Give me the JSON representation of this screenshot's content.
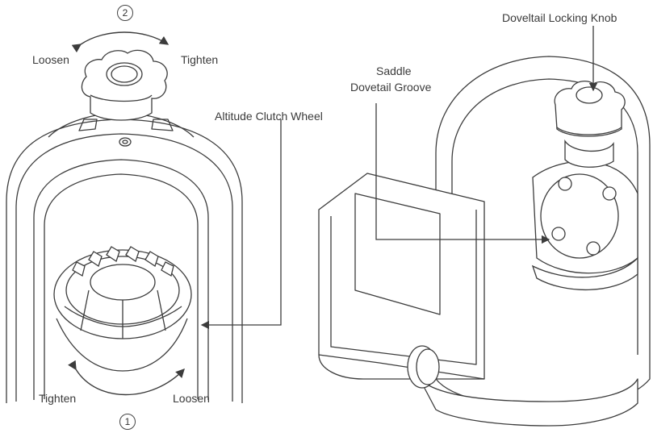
{
  "callouts": {
    "step_top": "2",
    "step_bottom": "1",
    "top_loosen": "Loosen",
    "top_tighten": "Tighten",
    "bottom_tighten": "Tighten",
    "bottom_loosen": "Loosen",
    "altitude_clutch_wheel": "Altitude Clutch Wheel",
    "saddle_line1": "Saddle",
    "saddle_line2": "Dovetail Groove",
    "dovetail_locking_knob": "Doveltail Locking Knob"
  },
  "colors": {
    "line": "#3c3c3c",
    "text": "#3a3a3a",
    "background": "#ffffff"
  },
  "icons": {
    "top_knob": "locking-knob-icon",
    "clutch_wheel": "clutch-wheel-icon",
    "side_knob": "dovetail-knob-icon"
  }
}
